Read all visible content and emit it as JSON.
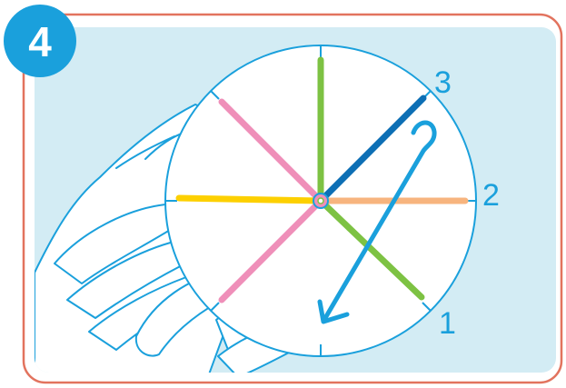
{
  "step": {
    "number": "4"
  },
  "colors": {
    "frame_border": "#e2735e",
    "panel_bg": "#d3ecf4",
    "outline": "#1aa0dc",
    "badge_bg": "#1aa0dc",
    "badge_text": "#ffffff",
    "spokes": {
      "green": "#7dc243",
      "pink": "#ef8fb9",
      "yellow": "#fdd000",
      "orange": "#f7b47e",
      "dark_blue": "#0d6fb5"
    }
  },
  "dial": {
    "labels": [
      "1",
      "2",
      "3"
    ]
  },
  "icons": {
    "hand": "hand-holding-disc-icon",
    "arrow": "curved-arrow-icon"
  }
}
